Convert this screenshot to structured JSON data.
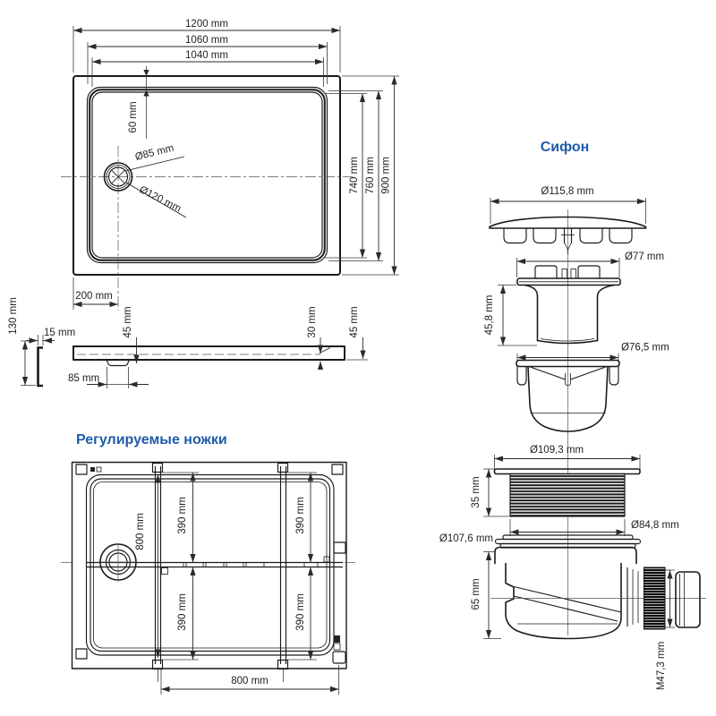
{
  "colors": {
    "accent_blue": "#1f5ca8",
    "line": "#1a1a1a",
    "dim_text": "#1f1f1f"
  },
  "top_view": {
    "dim_width_outer": "1200 mm",
    "dim_width_mid": "1060 mm",
    "dim_width_inner": "1040 mm",
    "dim_rim_offset": "60 mm",
    "dim_drain_hole": "Ø85 mm",
    "dim_drain_flange": "Ø120 mm",
    "dim_depth_inner": "740 mm",
    "dim_depth_mid": "760 mm",
    "dim_depth_outer": "900 mm",
    "dim_drain_from_edge": "200 mm"
  },
  "side_view": {
    "dim_panel_height": "130 mm",
    "dim_panel_thickness": "15 mm",
    "dim_drain_depth": "45 mm",
    "dim_drain_width": "85 mm",
    "dim_edge_height_inner": "30 mm",
    "dim_edge_height_outer": "45 mm"
  },
  "legs_view": {
    "title": "Регулируемые ножки",
    "dim_leg_span_vertical": "800 mm",
    "dim_leg_spacing": [
      "390 mm",
      "390 mm",
      "390 mm",
      "390 mm"
    ],
    "dim_leg_span_horizontal": "800 mm"
  },
  "siphon": {
    "title": "Сифон",
    "dim_lid_diameter": "Ø115,8 mm",
    "dim_flange_width": "Ø77 mm",
    "dim_body_height": "45,8 mm",
    "dim_seal_diameter": "Ø76,5 mm",
    "dim_collar_diameter": "Ø109,3 mm",
    "dim_thread_height": "35 mm",
    "dim_thread_diameter": "Ø84,8 mm",
    "dim_gasket_diameter": "Ø107,6 mm",
    "dim_trap_height": "65 mm",
    "dim_outlet_thread": "M47,3 mm"
  }
}
